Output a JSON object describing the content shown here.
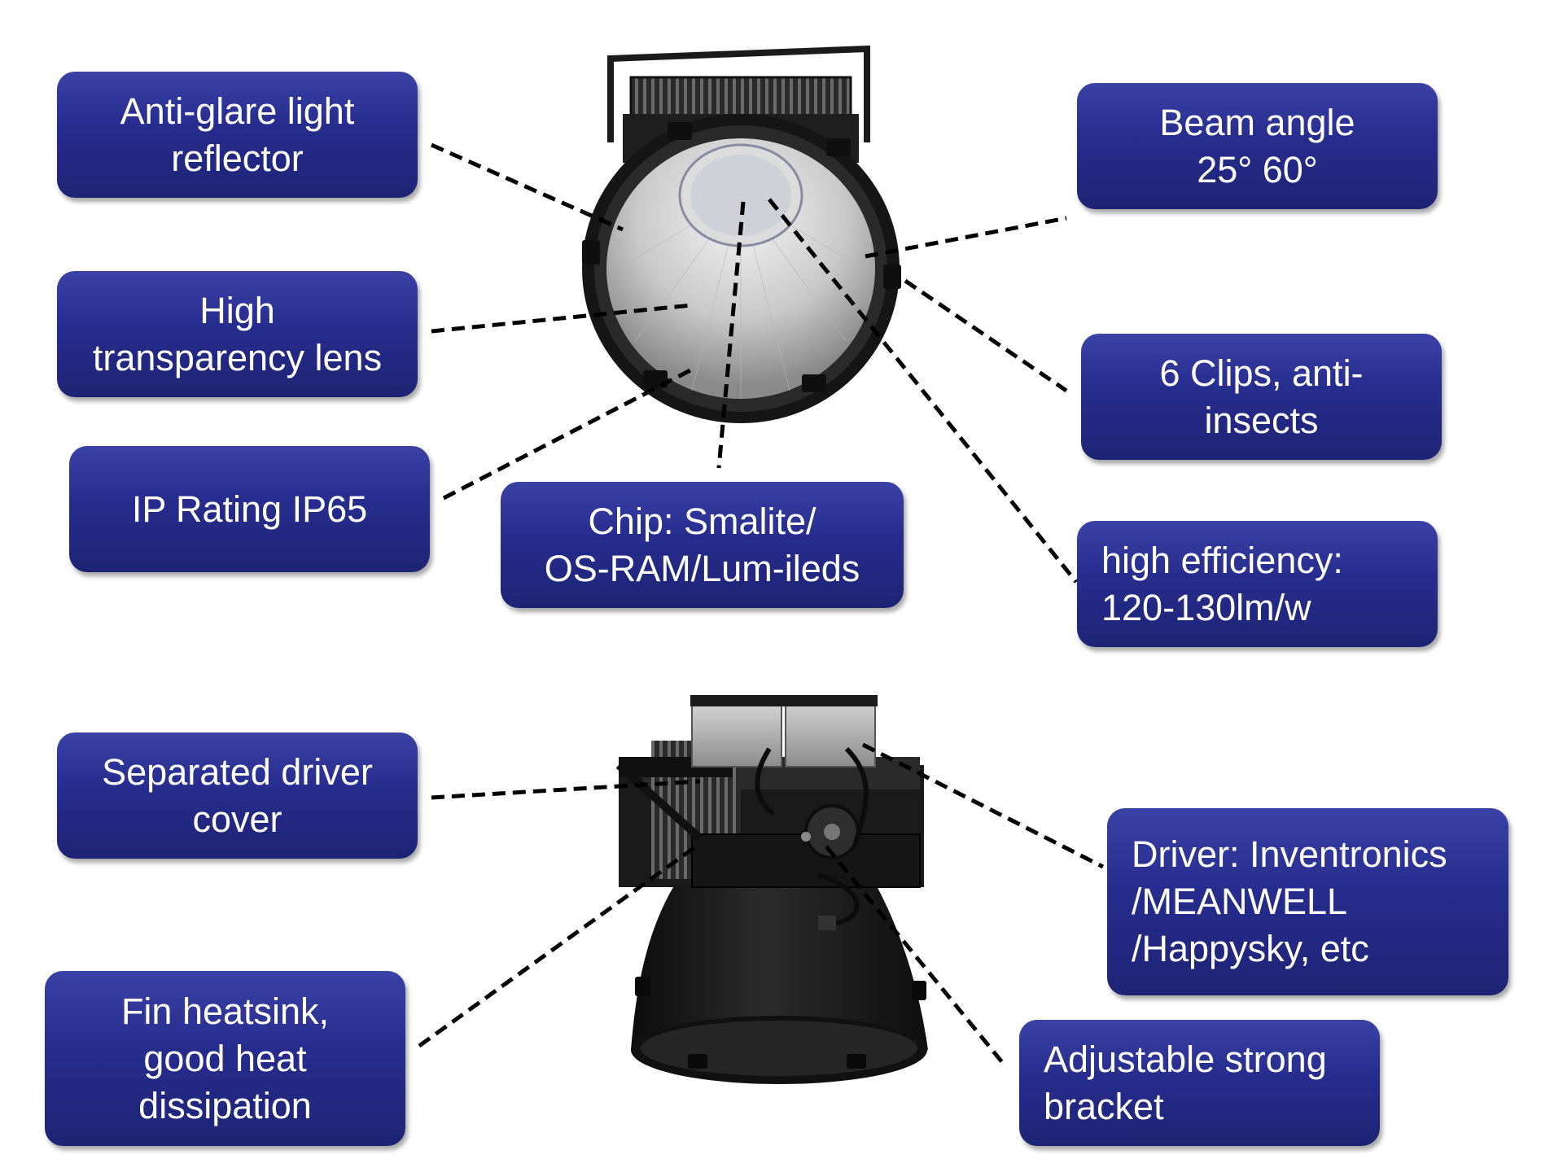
{
  "callouts": {
    "anti_glare": "Anti-glare light\nreflector",
    "lens": "High\ntransparency lens",
    "ip_rating": "IP Rating IP65",
    "chip": "Chip: Smalite/\nOS-RAM/Lum-ileds",
    "beam_angle": "Beam angle\n25°  60°",
    "clips": "6 Clips, anti-\ninsects",
    "efficiency": "high efficiency:\n120-130lm/w",
    "driver_cover": "Separated driver\ncover",
    "heatsink": "Fin heatsink,\ngood heat\ndissipation",
    "driver": "Driver: Inventronics\n/MEANWELL\n/Happysky, etc",
    "bracket": "Adjustable strong\nbracket"
  },
  "colors": {
    "callout_bg": "#262c8c",
    "callout_text": "#ffffff",
    "leader_line": "#000000",
    "lamp_body": "#1c1c1c",
    "reflector": "#cfcfcf"
  }
}
